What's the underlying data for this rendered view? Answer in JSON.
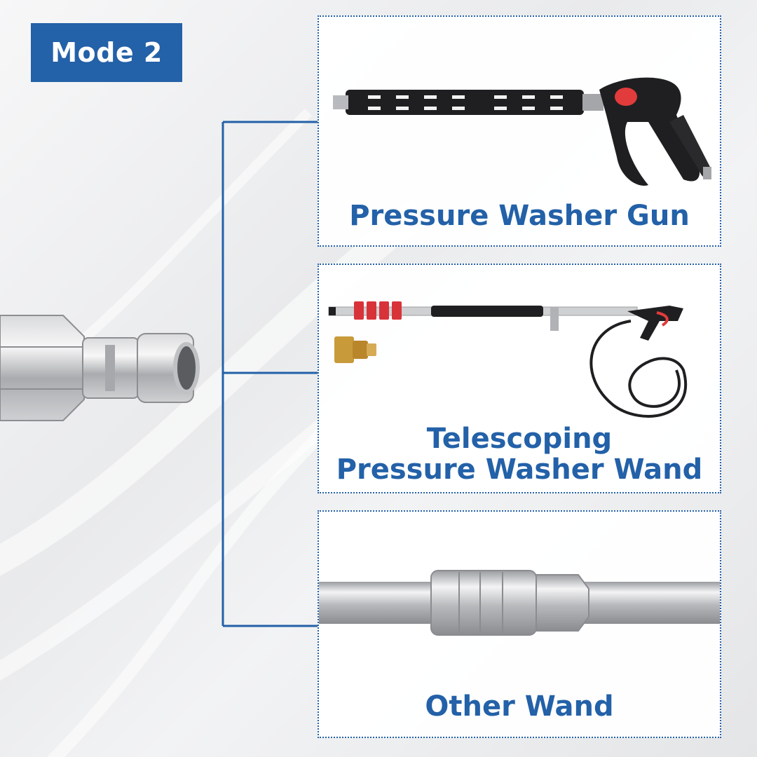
{
  "badge": {
    "label": "Mode 2"
  },
  "colors": {
    "brand_blue": "#2361a8",
    "accent_red": "#e23b3b",
    "brass": "#c89a3a"
  },
  "panels": [
    {
      "label": "Pressure Washer Gun",
      "icon": "pressure-washer-gun"
    },
    {
      "label_line1": "Telescoping",
      "label_line2": "Pressure Washer Wand",
      "icon": "telescoping-wand"
    },
    {
      "label": "Other Wand",
      "icon": "stainless-wand-coupler"
    }
  ]
}
